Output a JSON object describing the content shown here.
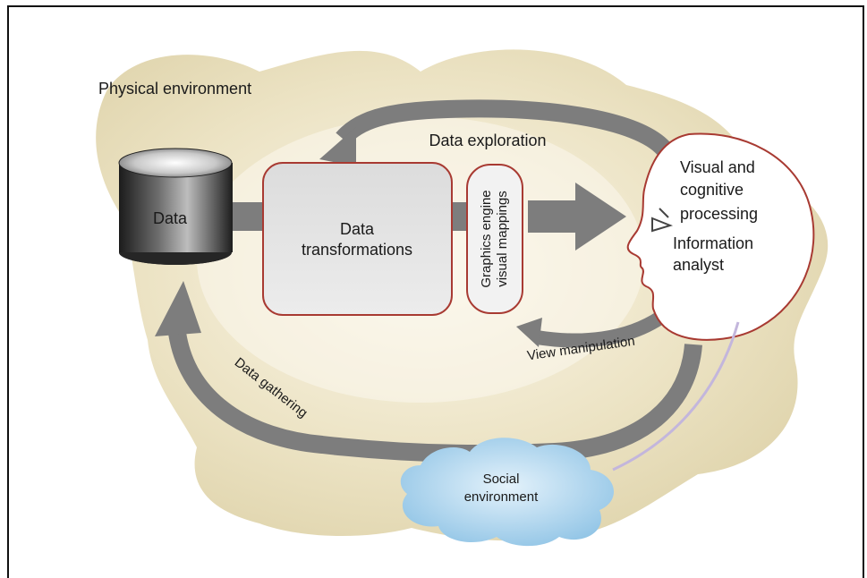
{
  "labels": {
    "physical_environment": "Physical environment",
    "data_exploration": "Data exploration",
    "data": "Data",
    "data_transformations_line1": "Data",
    "data_transformations_line2": "transformations",
    "graphics_engine_line1": "Graphics engine",
    "graphics_engine_line2": "visual mappings",
    "visual_cognitive_line1": "Visual and",
    "visual_cognitive_line2": "cognitive",
    "visual_cognitive_line3": "processing",
    "information_analyst_line1": "Information",
    "information_analyst_line2": "analyst",
    "view_manipulation": "View manipulation",
    "data_gathering": "Data gathering",
    "social_environment_line1": "Social",
    "social_environment_line2": "environment"
  },
  "colors": {
    "environment_blob": "#e6dcb8",
    "arrow_gray": "#7d7d7d",
    "box_border": "#a83a32",
    "box_fill": "#e6e6e6",
    "cloud_fill": "#a9d2ec",
    "head_border": "#a83a32"
  }
}
